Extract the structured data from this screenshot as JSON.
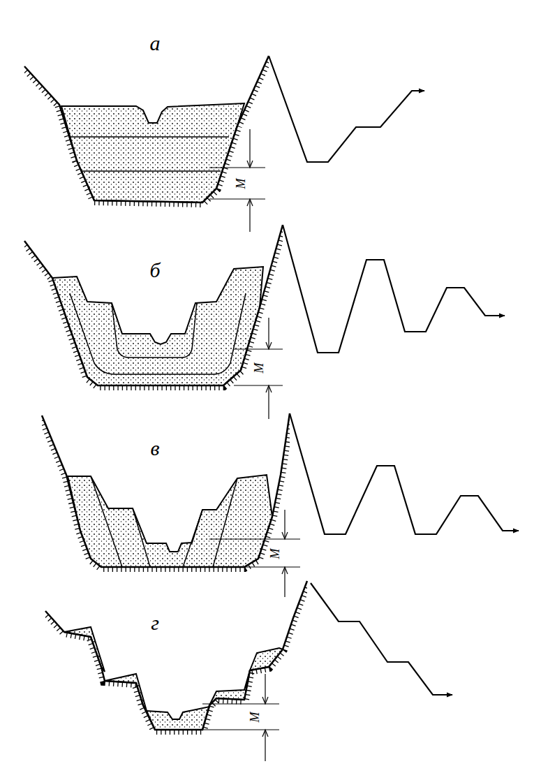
{
  "diagram": {
    "labels": [
      "а",
      "б",
      "в",
      "г",
      "М",
      "М",
      "М",
      "М"
    ]
  }
}
